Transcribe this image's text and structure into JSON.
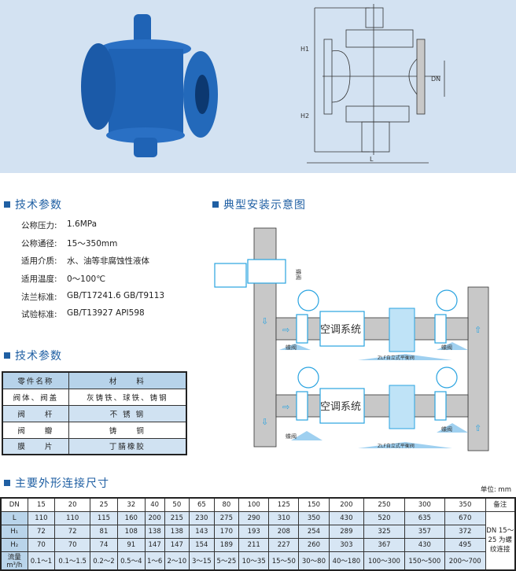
{
  "colors": {
    "accent": "#1f5fa3",
    "banner": "#d3e2f2",
    "valve_blue": "#1f63b5"
  },
  "drawing": {
    "h1": "H1",
    "h2": "H2",
    "dn": "DN",
    "l": "L"
  },
  "section1": {
    "title": "技术参数",
    "params": [
      {
        "label": "公称压力:",
        "value": "1.6MPa"
      },
      {
        "label": "公称通径:",
        "value": "15～350mm"
      },
      {
        "label": "适用介质:",
        "value": "水、油等非腐蚀性液体"
      },
      {
        "label": "适用温度:",
        "value": "0～100℃"
      },
      {
        "label": "法兰标准:",
        "value": "GB/T17241.6  GB/T9113"
      },
      {
        "label": "试验标准:",
        "value": "GB/T13927  API598"
      }
    ]
  },
  "install": {
    "title": "典型安装示意图",
    "butterfly": "蝶阀",
    "ac": "空调系统",
    "balance": "ZLF自立式平衡阀"
  },
  "section2": {
    "title": "技术参数",
    "headers": [
      "零件名称",
      "材　　料"
    ],
    "rows": [
      [
        "阀体、阀盖",
        "灰铸铁、球铁、铸钢"
      ],
      [
        "阀　　杆",
        "不 锈 钢"
      ],
      [
        "阀　　瓣",
        "铸　　铜"
      ],
      [
        "膜　　片",
        "丁腈橡胶"
      ]
    ]
  },
  "section3": {
    "title": "主要外形连接尺寸",
    "unit": "单位: mm",
    "note_header": "备注",
    "note": "DN 15～25 为螺纹连接",
    "rows": [
      {
        "label": "DN",
        "values": [
          "15",
          "20",
          "25",
          "32",
          "40",
          "50",
          "65",
          "80",
          "100",
          "125",
          "150",
          "200",
          "250",
          "300",
          "350"
        ]
      },
      {
        "label": "L",
        "values": [
          "110",
          "110",
          "115",
          "160",
          "200",
          "215",
          "230",
          "275",
          "290",
          "310",
          "350",
          "430",
          "520",
          "635",
          "670"
        ]
      },
      {
        "label": "H₁",
        "values": [
          "72",
          "72",
          "81",
          "108",
          "138",
          "138",
          "143",
          "170",
          "193",
          "208",
          "254",
          "289",
          "325",
          "357",
          "372"
        ]
      },
      {
        "label": "H₂",
        "values": [
          "70",
          "70",
          "74",
          "91",
          "147",
          "147",
          "154",
          "189",
          "211",
          "227",
          "260",
          "303",
          "367",
          "430",
          "495"
        ]
      },
      {
        "label": "流量m³/h",
        "values": [
          "0.1～1",
          "0.1～1.5",
          "0.2～2",
          "0.5～4",
          "1～6",
          "2～10",
          "3～15",
          "5～25",
          "10～35",
          "15～50",
          "30～80",
          "40～180",
          "100～300",
          "150～500",
          "200～700"
        ]
      }
    ]
  }
}
